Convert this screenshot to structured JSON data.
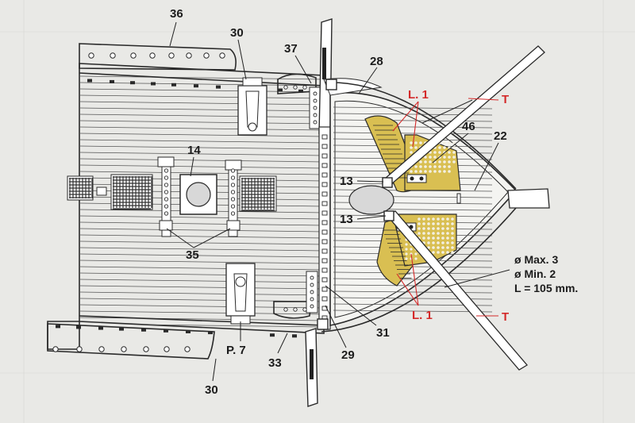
{
  "labels": {
    "l36": "36",
    "l30_top": "30",
    "l37": "37",
    "l28": "28",
    "l1_top": "L. 1",
    "t_top": "T",
    "l46": "46",
    "l22": "22",
    "l14": "14",
    "l13_top": "13",
    "l13_bot": "13",
    "l35": "35",
    "l1_bot": "L. 1",
    "t_bot": "T",
    "l31": "31",
    "l29": "29",
    "l33": "33",
    "p7": "P. 7",
    "l30_bot": "30"
  },
  "spec": {
    "max": "ø Max. 3",
    "min": "ø Min. 2",
    "length": "L = 105 mm."
  },
  "colors": {
    "paper": "#e9e9e6",
    "ink": "#2a2a2a",
    "accent_red": "#d42a2a",
    "grating_yellow": "#d9bf52"
  }
}
